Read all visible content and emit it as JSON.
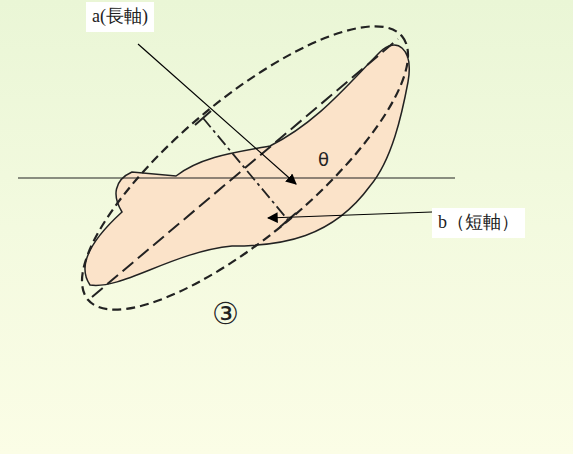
{
  "diagram": {
    "labels": [
      "a(長軸)",
      "b（短軸）",
      "θ",
      "③"
    ]
  }
}
